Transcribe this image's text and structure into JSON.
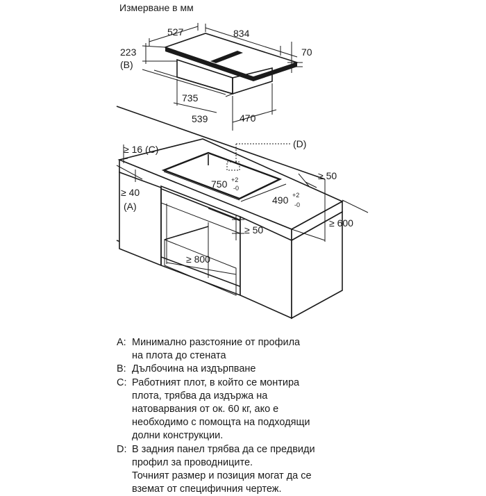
{
  "title": "Измерване в мм",
  "dimensions": {
    "hob_depth": "527",
    "hob_width": "834",
    "hob_height": "70",
    "cutout_offset": "223",
    "label_b": "(B)",
    "body_width": "735",
    "body_left": "539",
    "body_depth": "470",
    "label_d": "(D)",
    "min_16c": "≥ 16 (C)",
    "min_50_back": "≥ 50",
    "cut_width": "750",
    "cut_depth": "490",
    "tol_plus": "+2",
    "tol_minus": "-0",
    "min_40": "≥ 40",
    "label_a": "(A)",
    "min_600": "≥ 600",
    "min_50_front": "≥ 50",
    "min_800": "≥ 800"
  },
  "legend": [
    {
      "key": "A",
      "lines": [
        "Минимално разстояние от профила",
        "на плота до стената"
      ]
    },
    {
      "key": "B",
      "lines": [
        "Дълбочина на издърпване"
      ]
    },
    {
      "key": "C",
      "lines": [
        "Работният плот, в който се монтира",
        "плота, трябва да издържа на",
        "натоварвания от ок. 60 кг, ако е",
        "необходимо с помощта на подходящи",
        "долни конструкции."
      ]
    },
    {
      "key": "D",
      "lines": [
        "В задния панел трябва да се предвиди",
        "профил за проводниците.",
        "Точният размер и позиция могат да се",
        "вземат от специфичния чертеж."
      ]
    }
  ]
}
